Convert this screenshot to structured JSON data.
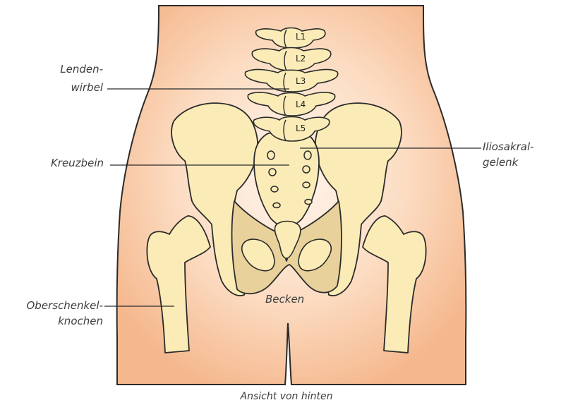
{
  "labels": {
    "lendenwirbel_1": "Lenden-",
    "lendenwirbel_2": "wirbel",
    "kreuzbein": "Kreuzbein",
    "iliosakral_1": "Iliosakral-",
    "iliosakral_2": "gelenk",
    "oberschenkel_1": "Oberschenkel-",
    "oberschenkel_2": "knochen",
    "becken": "Becken"
  },
  "vertebrae": [
    "L1",
    "L2",
    "L3",
    "L4",
    "L5"
  ],
  "caption": "Ansicht von hinten",
  "colors": {
    "skin_edge": "#f5b88e",
    "skin_center": "#fff4ea",
    "bone": "#fbecb7",
    "bone_shadow": "#dcc487",
    "outline": "#2b2b2b"
  }
}
